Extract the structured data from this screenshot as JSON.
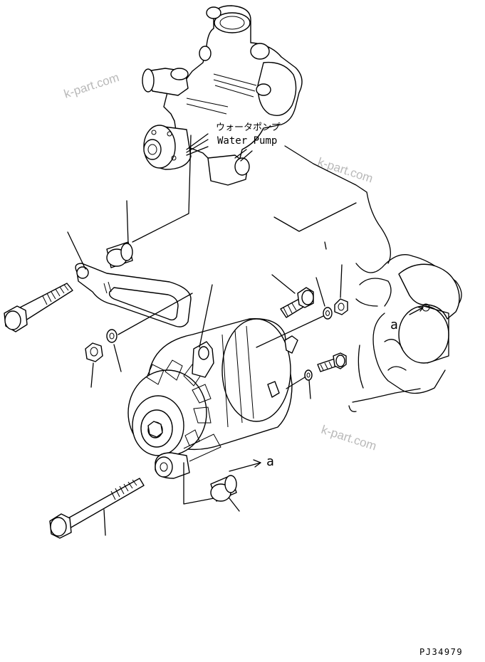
{
  "labels": {
    "water_pump_jp": "ウォータポンプ",
    "water_pump_en": "Water Pump",
    "ref_a_top": "a",
    "ref_a_bottom": "a",
    "drawing_number": "PJ34979"
  },
  "watermark": {
    "text": "k-part.com"
  },
  "colors": {
    "line": "#000000",
    "watermark": "#b9b9b9",
    "background": "#ffffff"
  }
}
